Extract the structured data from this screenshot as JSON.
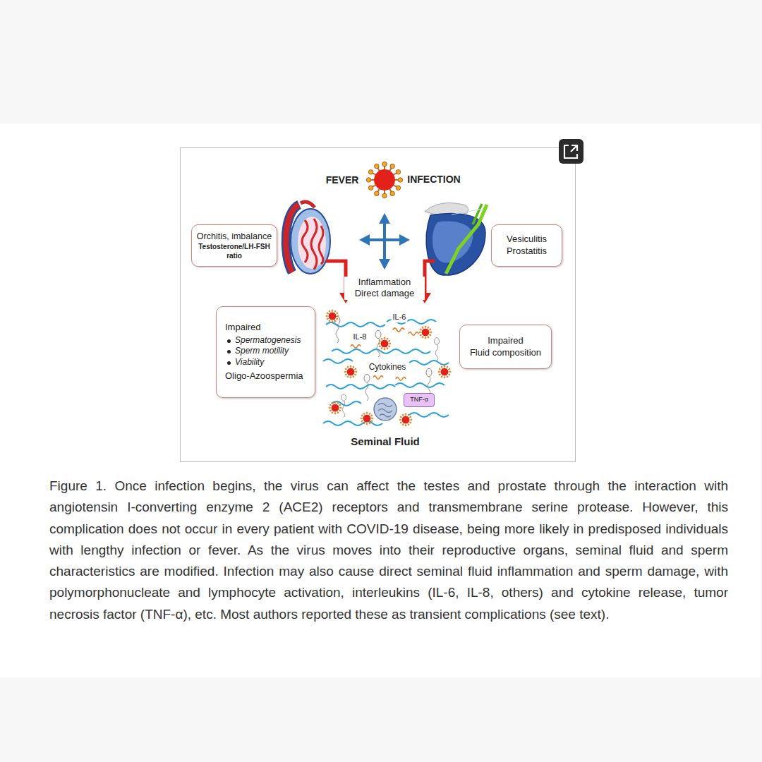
{
  "diagram": {
    "caption": "Figure 1. Once infection begins, the virus can affect the testes and prostate through the interaction with angiotensin I-converting enzyme 2 (ACE2) receptors and transmembrane serine protease. However, this complication does not occur in every patient with COVID-19 disease, being more likely in predisposed individuals with lengthy infection or fever. As the virus moves into their reproductive organs, seminal fluid and sperm characteristics are modified. Infection may also cause direct seminal fluid inflammation and sperm damage, with polymorphonucleate and lymphocyte activation, interleukins (IL-6, IL-8, others) and cytokine release, tumor necrosis factor (TNF-α), etc. Most authors reported these as transient complications (see text).",
    "nodes": [
      {
        "text": [
          "Orchitis, imbalance",
          "Testosterone/LH-FSH ratio"
        ]
      },
      {
        "text": [
          "Vesiculitis Prostatitis"
        ]
      },
      {
        "text": [
          "Impaired",
          "Spermatogenesis",
          "Sperm motility",
          "Viability",
          "Oligo-Azoospermia"
        ]
      },
      {
        "text": [
          "Impaired",
          "Fluid composition"
        ]
      },
      {
        "text": [
          "TNF-α"
        ]
      }
    ],
    "labels": [
      "FEVER",
      "INFECTION",
      "Inflammation Direct damage",
      "IL-6",
      "IL-8",
      "Cytokines",
      "Seminal Fluid"
    ]
  }
}
